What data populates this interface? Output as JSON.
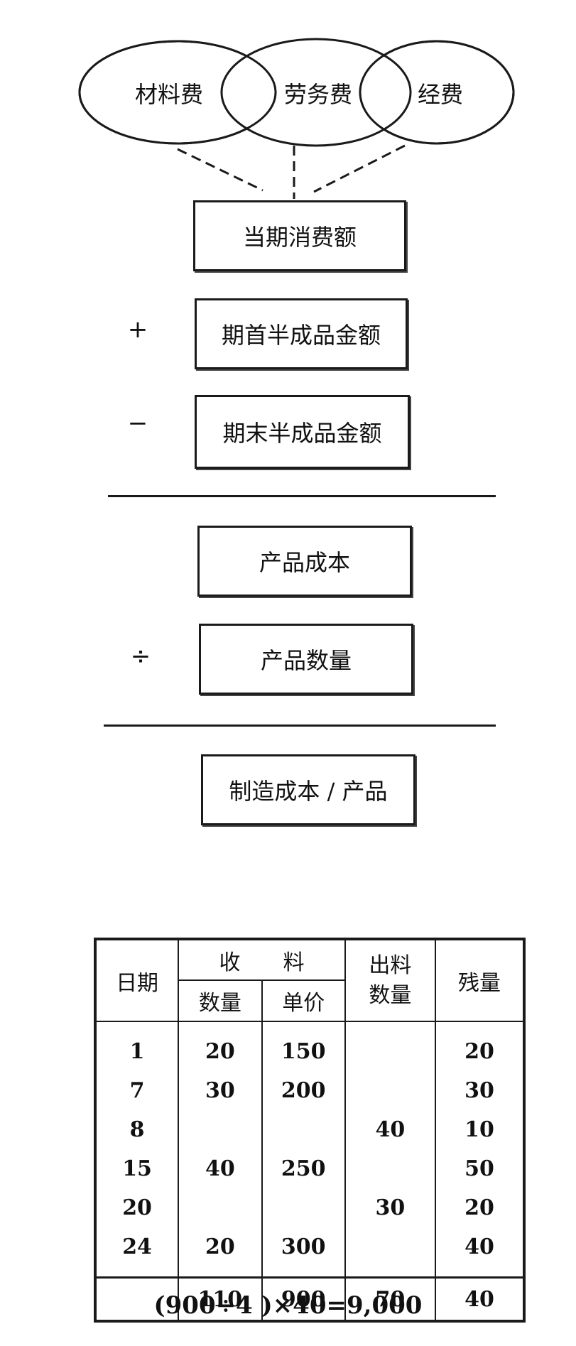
{
  "cost_flow": {
    "inputs": [
      "材料费",
      "劳务费",
      "经费"
    ],
    "current_consumption": "当期消费额",
    "plus_operator": "+",
    "opening_wip": "期首半成品金额",
    "minus_operator": "−",
    "closing_wip": "期末半成品金额",
    "product_cost": "产品成本",
    "divide_operator": "÷",
    "product_quantity": "产品数量",
    "unit_cost": "制造成本 / 产品"
  },
  "inventory_table": {
    "headers": {
      "date": "日期",
      "receipt": "收　　料",
      "receipt_qty": "数量",
      "receipt_price": "单价",
      "issue": "出料",
      "issue_qty": "数量",
      "balance": "残量"
    },
    "rows": [
      {
        "date": "1",
        "receipt_qty": "20",
        "receipt_price": "150",
        "issue_qty": "",
        "balance": "20"
      },
      {
        "date": "7",
        "receipt_qty": "30",
        "receipt_price": "200",
        "issue_qty": "",
        "balance": "30"
      },
      {
        "date": "8",
        "receipt_qty": "",
        "receipt_price": "",
        "issue_qty": "40",
        "balance": "10"
      },
      {
        "date": "15",
        "receipt_qty": "40",
        "receipt_price": "250",
        "issue_qty": "",
        "balance": "50"
      },
      {
        "date": "20",
        "receipt_qty": "",
        "receipt_price": "",
        "issue_qty": "30",
        "balance": "20"
      },
      {
        "date": "24",
        "receipt_qty": "20",
        "receipt_price": "300",
        "issue_qty": "",
        "balance": "40"
      }
    ],
    "totals": {
      "date": "",
      "receipt_qty": "110",
      "receipt_price": "900",
      "issue_qty": "70",
      "balance": "40"
    }
  },
  "formula": "(900÷4 )×40=9,000"
}
